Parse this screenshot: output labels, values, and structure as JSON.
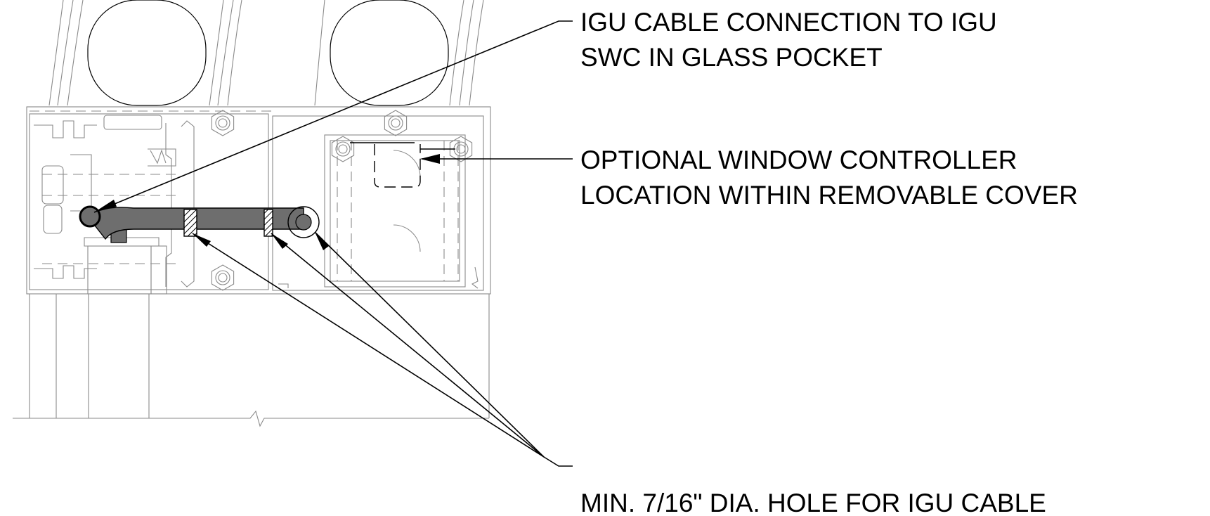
{
  "callouts": {
    "igu_connection": {
      "line1": "IGU CABLE CONNECTION TO IGU",
      "line2": "SWC IN GLASS POCKET"
    },
    "window_controller": {
      "line1": "OPTIONAL WINDOW CONTROLLER",
      "line2": "LOCATION WITHIN REMOVABLE COVER"
    },
    "cable_hole": {
      "line1": "MIN. 7/16\" DIA. HOLE FOR IGU CABLE"
    }
  },
  "colors": {
    "cable": "#6e6e6e",
    "linework": "#8a8a8a",
    "leaders": "#000000",
    "background": "#ffffff"
  }
}
